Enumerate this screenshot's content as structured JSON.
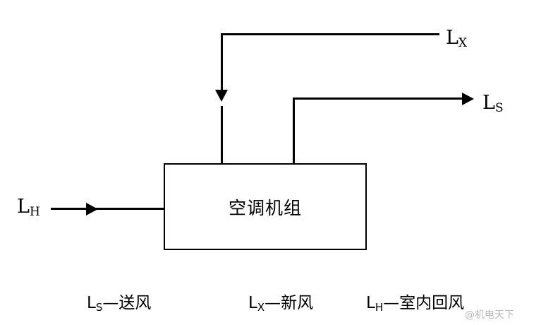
{
  "diagram": {
    "unit_box": {
      "label": "空调机组"
    },
    "labels": {
      "lx": "L",
      "lx_sub": "X",
      "ls": "L",
      "ls_sub": "S",
      "lh": "L",
      "lh_sub": "H"
    },
    "caption": {
      "supply": "—送风",
      "supply_sym": "L",
      "supply_sub": "S",
      "fresh": "—新风",
      "fresh_sym": "L",
      "fresh_sub": "X",
      "return": "—室内回风",
      "return_sym": "L",
      "return_sub": "H"
    },
    "watermark": "@机电天下"
  }
}
